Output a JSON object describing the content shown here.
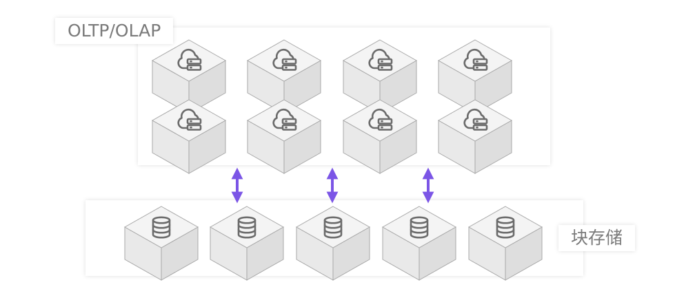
{
  "compute_cluster": {
    "label": "OLTP/OLAP",
    "node_icon": "cloud-server-icon",
    "rows": 2,
    "columns": 4
  },
  "storage_cluster": {
    "label": "块存储",
    "node_icon": "database-icon",
    "count": 5
  },
  "links": {
    "count": 3,
    "direction": "bidirectional",
    "color": "#7b55e6"
  },
  "colors": {
    "cube_top": "#f4f4f4",
    "cube_left": "#e9e9e9",
    "cube_right": "#dedede",
    "cube_edge": "#a8a8a8",
    "icon": "#6b6b6b",
    "label_text": "#7a7a7a"
  }
}
